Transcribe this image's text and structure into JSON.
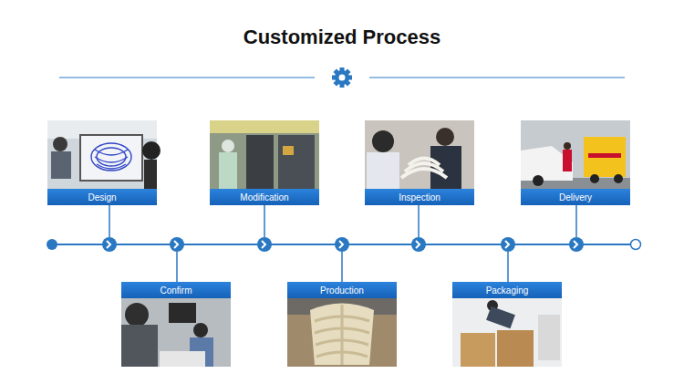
{
  "diagram": {
    "title": "Customized Process",
    "nodes": [
      {
        "text": [
          "Design"
        ]
      },
      {
        "text": [
          "Confirm"
        ]
      },
      {
        "text": [
          "Modification"
        ]
      },
      {
        "text": [
          "Production"
        ]
      },
      {
        "text": [
          "Inspection"
        ]
      },
      {
        "text": [
          "Packaging"
        ]
      },
      {
        "text": [
          "Delivery"
        ]
      }
    ]
  }
}
